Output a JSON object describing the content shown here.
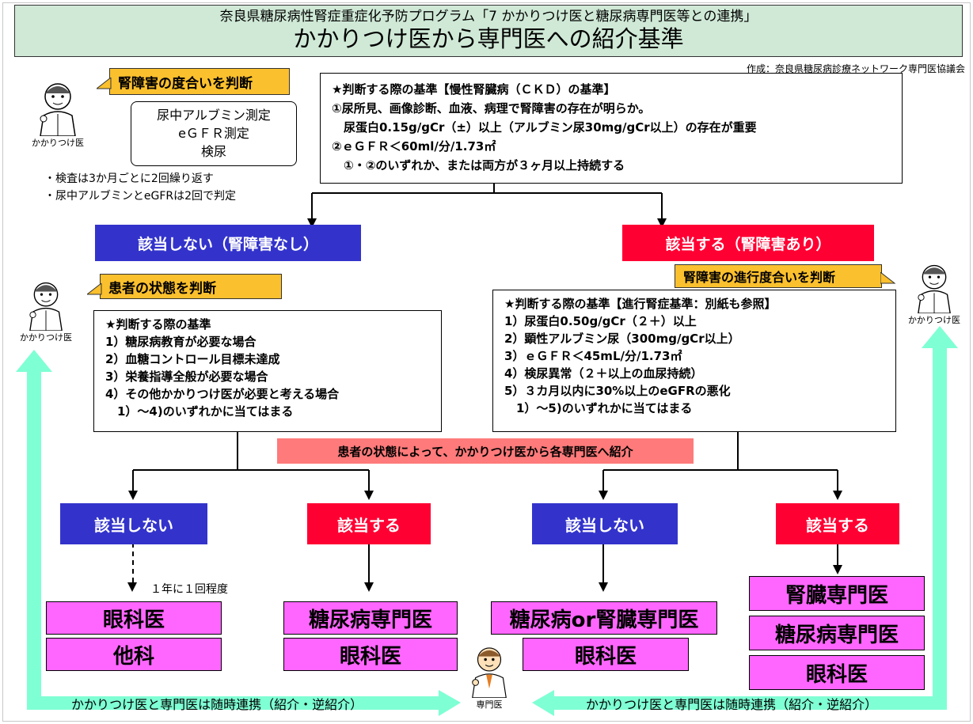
{
  "header": {
    "subtitle": "奈良県糖尿病性腎症重症化予防プログラム「7 かかりつけ医と糖尿病専門医等との連携」",
    "title": "かかりつけ医から専門医への紹介基準"
  },
  "credit": "作成：奈良県糖尿病診療ネットワーク専門医協議会",
  "tags": {
    "kidney_degree": "腎障害の度合いを判断",
    "patient_state": "患者の状態を判断",
    "progress_degree": "腎障害の進行度合いを判断"
  },
  "doctor_labels": {
    "gp_top_left": "かかりつけ医",
    "gp_mid_left": "かかりつけ医",
    "gp_right": "かかりつけ医",
    "specialist": "専門医"
  },
  "tests": {
    "lines": [
      "尿中アルブミン測定",
      "eＧＦＲ測定",
      "検尿"
    ]
  },
  "test_notes": [
    "・検査は3か月ごとに2回繰り返す",
    "・尿中アルブミンとeGFRは2回で判定"
  ],
  "ckd_criteria": {
    "lines": [
      "★判断する際の基準【慢性腎臓病（ＣＫＤ）の基準】",
      "①尿所見、画像診断、血液、病理で腎障害の存在が明らか。",
      "　尿蛋白0.15g/gCr（±）以上（アルブミン尿30mg/gCr以上）の存在が重要",
      "②ｅＧＦＲ＜60ml/分/1.73㎡",
      "　①・②のいずれか、または両方が３ヶ月以上持続する"
    ]
  },
  "decision1": {
    "no": "該当しない（腎障害なし）",
    "yes": "該当する（腎障害あり）"
  },
  "patient_criteria": {
    "lines": [
      "★判断する際の基準",
      "1）糖尿病教育が必要な場合",
      "2）血糖コントロール目標未達成",
      "3）栄養指導全般が必要な場合",
      "4）その他かかりつけ医が必要と考える場合",
      "　1）～4)のいずれかに当てはまる"
    ]
  },
  "progress_criteria": {
    "lines": [
      "★判断する際の基準【進行腎症基準：別紙も参照】",
      "1）尿蛋白0.50g/gCr（２＋）以上",
      "2）顕性アルブミン尿（300mg/gCr以上）",
      "3）ｅＧＦＲ＜45mL/分/1.73㎡",
      "4）検尿異常（２＋以上の血尿持続）",
      "5）３カ月以内に30%以上のeGFRの悪化",
      "　1）～5)のいずれかに当てはまる"
    ]
  },
  "referral_banner": "患者の状態によって、かかりつけ医から各専門医へ紹介",
  "decision2": {
    "left_no": "該当しない",
    "left_yes": "該当する",
    "right_no": "該当しない",
    "right_yes": "該当する"
  },
  "once_a_year": "１年に１回程度",
  "destinations": {
    "col1": [
      "眼科医",
      "他科"
    ],
    "col2": [
      "糖尿病専門医",
      "眼科医"
    ],
    "col3": [
      "糖尿病or腎臓専門医",
      "眼科医"
    ],
    "col4": [
      "腎臓専門医",
      "糖尿病専門医",
      "眼科医"
    ]
  },
  "cooperation": {
    "left": "かかりつけ医と専門医は随時連携（紹介・逆紹介）",
    "right": "かかりつけ医と専門医は随時連携（紹介・逆紹介）"
  },
  "colors": {
    "header_bg": "#cfe9d6",
    "tag_bg": "#fbc02d",
    "blue": "#3333cc",
    "red": "#ff0033",
    "pink": "#ff66ff",
    "salmon": "#ff7a7a",
    "arrow_cyan": "#7fffd4"
  }
}
